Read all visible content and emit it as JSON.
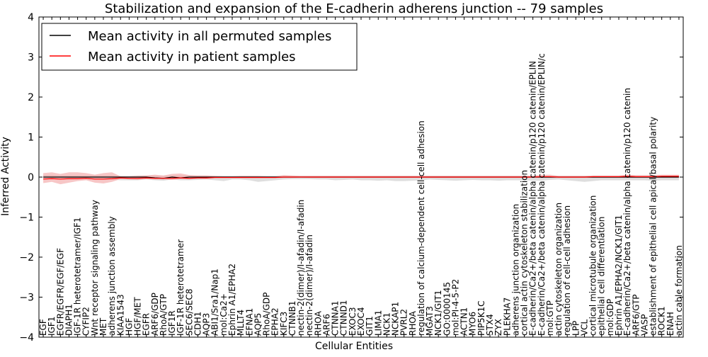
{
  "chart_data": {
    "type": "line",
    "title": "Stabilization and expansion of the E-cadherin adherens junction -- 79 samples",
    "xlabel": "Cellular Entities",
    "ylabel": "Inferred Activity",
    "ylim": [
      -4,
      4
    ],
    "yticks": [
      "−4",
      "−3",
      "−2",
      "−1",
      "0",
      "1",
      "2",
      "3",
      "4"
    ],
    "grid": false,
    "legend_position": "top-left",
    "categories": [
      "EGF",
      "IGF1",
      "EGFR/EGFR/EGF/EGF",
      "DIAPH1",
      "IGF-1R heterotetramer/IGF1",
      "CYFIP2",
      "Wnt receptor signaling pathway",
      "MET",
      "adherens junction assembly",
      "KIAA1543",
      "HGF",
      "HGF/MET",
      "EGFR",
      "ARF6/GDP",
      "RhoA/GTP",
      "IGF1R",
      "IGF-1R heterotetramer",
      "SEC6/SEC8",
      "CDH1",
      "AQP3",
      "ABI1/Sra1/Nap1",
      "mol:Ca2+",
      "Ephrin A1/EPHA2",
      "MLLT4",
      "EFNA1",
      "AQP5",
      "RhoA/GDP",
      "EPHA2",
      "KIFC3",
      "CTNNB1",
      "nectin-2(dimer)/I-afadin/I-afadin",
      "nectin-2(dimer)/I-afadin",
      "RHOA",
      "ARF6",
      "CTNNA1",
      "CTNND1",
      "EXOC3",
      "EXOC4",
      "GIT1",
      "LIMA1",
      "NCK1",
      "NCKAP1",
      "PVRL2",
      "RHOA",
      "regulation of calcium-dependent cell-cell adhesion",
      "MGAT3",
      "NCK1/GIT1",
      "GO:0000145",
      "mol:PI-4-5-P2",
      "ACTN1",
      "MYO6",
      "PIP5K1C",
      "STX4",
      "ZYX",
      "PLEKHA7",
      "adherens junction organization",
      "cortical actin cytoskeleton stabilization",
      "E-cadherin/Ca2+/beta catenin/alpha catenin/p120 catenin/EPLIN",
      "E-cadherin/Ca2+/beta catenin/alpha catenin/p120 catenin/EPLIN/c",
      "mol:GTP",
      "actin cytoskeleton organization",
      "regulation of cell-cell adhesion",
      "LPP",
      "VCL",
      "cortical microtubule organization",
      "epithelial cell differentiation",
      "mol:GDP",
      "Ephrin A1/EPHA2/NCK1/GIT1",
      "E-cadherin/Ca2+/beta catenin/alpha catenin/p120 catenin",
      "ARF6/GTP",
      "VASP",
      "establishment of epithelial cell apical/basal polarity",
      "ROCK1",
      "ENAH",
      "actin cable formation"
    ],
    "series": [
      {
        "name": "Mean activity in all permuted samples",
        "color": "#000000",
        "values": [
          0.0,
          0.0,
          0.0,
          0.0,
          0.0,
          0.0,
          0.0,
          0.0,
          0.0,
          0.0,
          0.0,
          0.0,
          0.0,
          -0.02,
          -0.03,
          0.0,
          -0.02,
          0.0,
          0.0,
          0.0,
          0.0,
          0.0,
          0.0,
          0.0,
          0.0,
          0.0,
          0.0,
          0.0,
          0.0,
          0.0,
          0.0,
          0.0,
          0.0,
          0.0,
          0.0,
          0.0,
          0.0,
          0.0,
          0.0,
          0.0,
          0.0,
          0.0,
          0.0,
          0.0,
          0.0,
          0.0,
          0.0,
          0.0,
          0.0,
          0.0,
          0.0,
          0.0,
          0.0,
          0.0,
          0.0,
          0.0,
          0.0,
          0.0,
          0.0,
          0.0,
          0.0,
          0.0,
          0.0,
          0.0,
          0.0,
          0.0,
          0.0,
          0.0,
          0.0,
          0.0,
          0.0,
          0.0,
          0.0,
          0.0,
          0.0
        ],
        "band": {
          "color": "#d0d0d0",
          "lower": [
            -0.05,
            -0.05,
            -0.05,
            -0.06,
            -0.05,
            -0.05,
            -0.05,
            -0.06,
            -0.06,
            -0.08,
            -0.08,
            -0.08,
            -0.06,
            -0.08,
            -0.09,
            -0.06,
            -0.08,
            -0.08,
            -0.07,
            -0.06,
            -0.08,
            -0.1,
            -0.06,
            -0.06,
            -0.08,
            -0.12,
            -0.1,
            -0.08,
            -0.06,
            -0.05,
            -0.05,
            -0.05,
            -0.06,
            -0.06,
            -0.08,
            -0.07,
            -0.06,
            -0.08,
            -0.08,
            -0.09,
            -0.08,
            -0.1,
            -0.1,
            -0.09,
            -0.08,
            -0.06,
            -0.07,
            -0.08,
            -0.09,
            -0.08,
            -0.07,
            -0.08,
            -0.08,
            -0.09,
            -0.08,
            -0.08,
            -0.08,
            -0.09,
            -0.09,
            -0.07,
            -0.06,
            -0.08,
            -0.1,
            -0.12,
            -0.1,
            -0.08,
            -0.08,
            -0.08,
            -0.08,
            -0.08,
            -0.08,
            -0.09,
            -0.08,
            -0.08,
            -0.08
          ],
          "upper": [
            0.05,
            0.05,
            0.04,
            0.04,
            0.04,
            0.04,
            0.04,
            0.04,
            0.04,
            0.03,
            0.03,
            0.04,
            0.04,
            0.03,
            0.03,
            0.04,
            0.04,
            0.04,
            0.04,
            0.04,
            0.03,
            0.03,
            0.03,
            0.03,
            0.03,
            0.03,
            0.03,
            0.03,
            0.03,
            0.03,
            0.03,
            0.03,
            0.03,
            0.03,
            0.03,
            0.03,
            0.03,
            0.03,
            0.03,
            0.03,
            0.03,
            0.03,
            0.03,
            0.03,
            0.03,
            0.03,
            0.03,
            0.03,
            0.03,
            0.03,
            0.03,
            0.03,
            0.03,
            0.03,
            0.03,
            0.03,
            0.03,
            0.03,
            0.03,
            0.03,
            0.03,
            0.03,
            0.03,
            0.03,
            0.03,
            0.03,
            0.03,
            0.03,
            0.03,
            0.03,
            0.03,
            0.03,
            0.03,
            0.03,
            0.03
          ]
        }
      },
      {
        "name": "Mean activity in patient samples",
        "color": "#ff0000",
        "values": [
          -0.05,
          -0.04,
          -0.05,
          -0.04,
          -0.04,
          -0.03,
          -0.05,
          -0.05,
          -0.04,
          -0.02,
          -0.03,
          -0.03,
          -0.02,
          -0.03,
          -0.03,
          -0.03,
          -0.02,
          -0.03,
          -0.02,
          -0.02,
          -0.01,
          -0.01,
          -0.01,
          -0.01,
          -0.01,
          -0.01,
          -0.01,
          -0.01,
          0.0,
          0.0,
          0.0,
          0.0,
          0.0,
          0.0,
          0.0,
          0.0,
          0.0,
          0.0,
          0.0,
          0.0,
          0.0,
          0.0,
          0.0,
          0.0,
          0.0,
          0.0,
          0.0,
          0.0,
          0.0,
          0.0,
          0.0,
          0.0,
          0.0,
          0.0,
          0.0,
          0.0,
          0.0,
          0.0,
          0.01,
          0.01,
          0.0,
          0.0,
          0.0,
          0.0,
          0.01,
          0.01,
          0.01,
          0.01,
          0.02,
          0.01,
          0.01,
          0.01,
          0.02,
          0.02,
          0.02
        ],
        "band": {
          "color": "#f2a0a0",
          "lower": [
            -0.15,
            -0.12,
            -0.18,
            -0.14,
            -0.1,
            -0.08,
            -0.14,
            -0.16,
            -0.12,
            -0.05,
            -0.06,
            -0.07,
            -0.05,
            -0.06,
            -0.06,
            -0.07,
            -0.05,
            -0.06,
            -0.04,
            -0.05,
            -0.03,
            -0.03,
            -0.03,
            -0.03,
            -0.03,
            -0.03,
            -0.03,
            -0.03,
            -0.02,
            -0.02,
            -0.01,
            -0.02,
            -0.02,
            -0.02,
            -0.02,
            -0.02,
            -0.02,
            -0.02,
            -0.02,
            -0.02,
            -0.02,
            -0.02,
            -0.02,
            -0.02,
            -0.02,
            -0.02,
            -0.02,
            -0.02,
            -0.02,
            -0.02,
            -0.02,
            -0.02,
            -0.02,
            -0.02,
            -0.02,
            -0.02,
            -0.02,
            -0.02,
            -0.02,
            -0.02,
            -0.02,
            -0.02,
            -0.02,
            -0.02,
            -0.02,
            -0.02,
            -0.02,
            -0.02,
            -0.02,
            -0.02,
            -0.02,
            -0.02,
            -0.02,
            -0.02,
            -0.02
          ],
          "upper": [
            0.1,
            0.12,
            0.08,
            0.12,
            0.12,
            0.1,
            0.06,
            0.1,
            0.12,
            0.02,
            0.02,
            0.03,
            0.04,
            0.06,
            0.04,
            0.08,
            0.09,
            0.05,
            0.04,
            0.04,
            0.03,
            0.02,
            0.02,
            0.03,
            0.03,
            0.03,
            0.02,
            0.02,
            0.05,
            0.04,
            0.03,
            0.03,
            0.03,
            0.03,
            0.03,
            0.03,
            0.03,
            0.03,
            0.03,
            0.03,
            0.03,
            0.03,
            0.03,
            0.03,
            0.03,
            0.03,
            0.03,
            0.03,
            0.03,
            0.03,
            0.03,
            0.03,
            0.03,
            0.03,
            0.03,
            0.03,
            0.03,
            0.03,
            0.06,
            0.06,
            0.03,
            0.03,
            0.03,
            0.03,
            0.04,
            0.04,
            0.04,
            0.04,
            0.06,
            0.05,
            0.05,
            0.05,
            0.06,
            0.06,
            0.06
          ]
        }
      }
    ]
  }
}
